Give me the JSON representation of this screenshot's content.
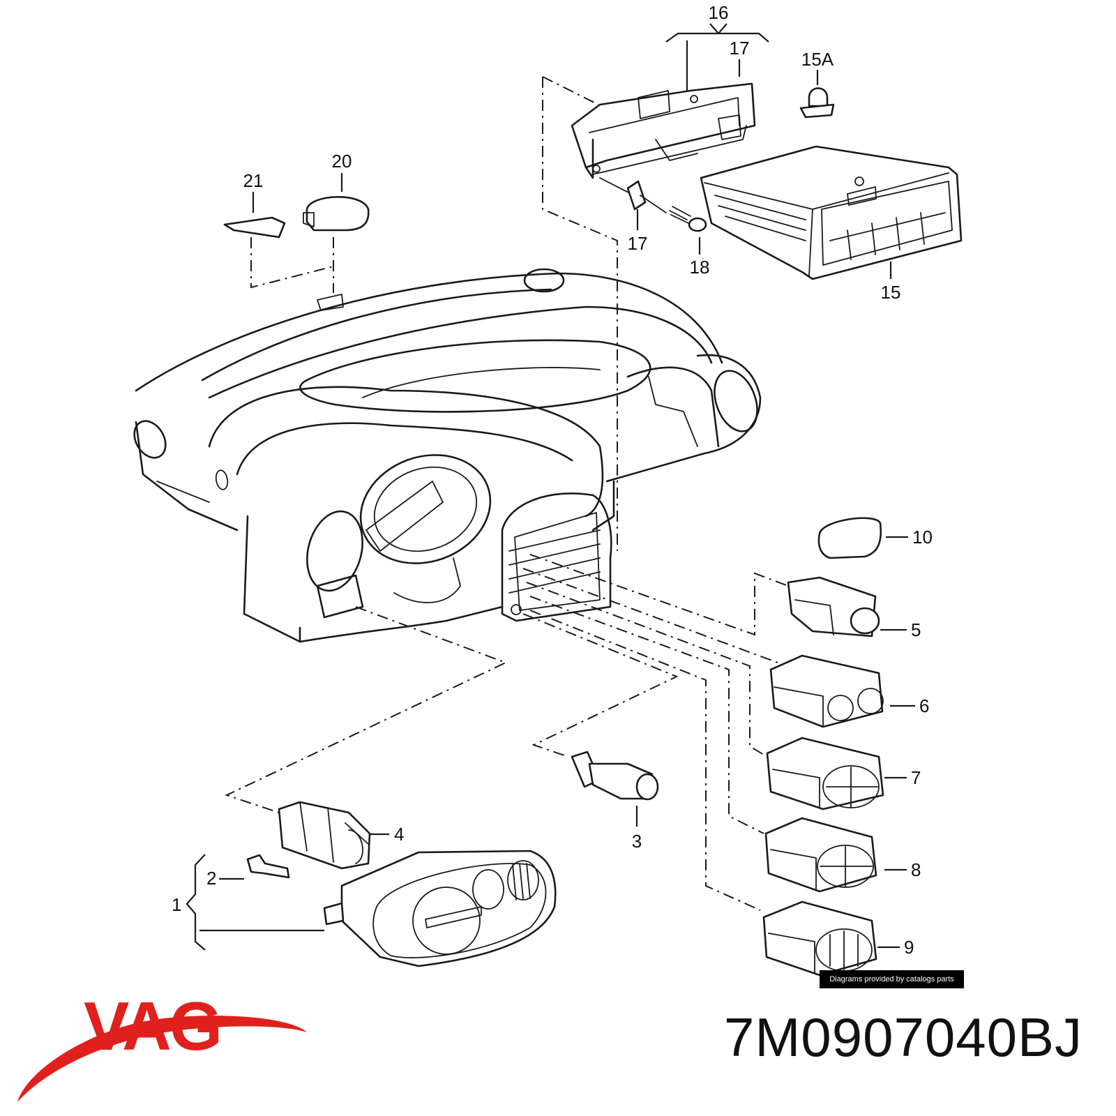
{
  "diagram": {
    "callouts": {
      "c1": "1",
      "c2": "2",
      "c3": "3",
      "c4": "4",
      "c5": "5",
      "c6": "6",
      "c7": "7",
      "c8": "8",
      "c9": "9",
      "c10": "10",
      "c15": "15",
      "c15a": "15A",
      "c16": "16",
      "c17a": "17",
      "c17b": "17",
      "c18": "18",
      "c20": "20",
      "c21": "21"
    }
  },
  "watermark": {
    "text": "Diagrams provided by catalogs parts"
  },
  "brand": {
    "logo_text": "VAG",
    "logo_color": "#e0201c"
  },
  "part_number": "7M0907040BJ"
}
